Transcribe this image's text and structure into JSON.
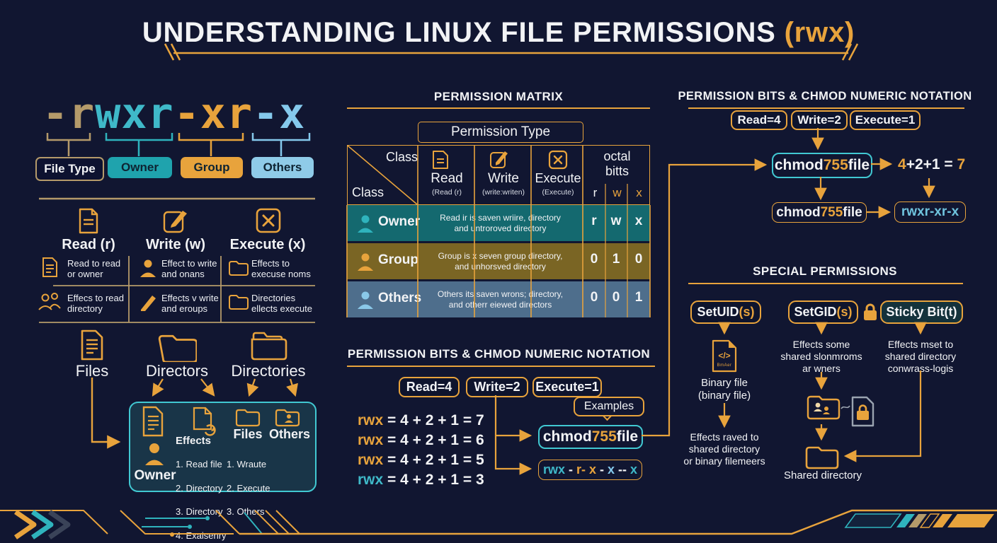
{
  "palette": {
    "background": "#111631",
    "gold": "#e8a33c",
    "tan": "#b49a6a",
    "teal": "#3fb9c9",
    "light_blue": "#85c9ec",
    "owner_row": "#14696f",
    "group_row": "#7a6524",
    "others_row": "#4e6e8c",
    "box_teal_border": "#41c8d2",
    "white": "#f2f3f5"
  },
  "header": {
    "title": "UNDERSTANDING LINUX FILE PERMISSIONS ",
    "accent": "(rwx)"
  },
  "notation": {
    "segments": [
      {
        "text": "-r"
      },
      {
        "text": "wxr"
      },
      {
        "text": "-xr"
      },
      {
        "text": "-x"
      }
    ],
    "labels": [
      "File Type",
      "Owner",
      "Group",
      "Others"
    ]
  },
  "perm_cards": {
    "read": "Read (r)",
    "write": "Write (w)",
    "execute": "Execute (x)"
  },
  "perm_grid": {
    "r1c1": "Read to read\nor owner",
    "r1c2": "Effect to write\nand onans",
    "r1c3": "Effects to\nexecuse noms",
    "r2c1": "Effecs to read\ndirectory",
    "r2c2": "Effects v write\nand eroups",
    "r2c3": "Directories\nellects execute"
  },
  "fs": {
    "files": "Files",
    "directors": "Directors",
    "directories": "Directories"
  },
  "owner_box": {
    "owner": "Owner",
    "effects_title": "Effects",
    "effects": [
      "1. Read file",
      "2. Directory",
      "3. Directory",
      "4. Exaisenry"
    ],
    "files_title": "Files",
    "files": [
      "1. Wraute",
      "2. Execute",
      "3. Others"
    ],
    "others": "Others"
  },
  "matrix": {
    "title": "PERMISSION MATRIX",
    "permission_type": "Permission Type",
    "class_top": "Class",
    "class_bottom": "Class",
    "col_read": "Read",
    "col_read_sub": "(Read (r)",
    "col_write": "Write",
    "col_write_sub": "(write:writen)",
    "col_execute": "Execute",
    "col_execute_sub": "(Execute)",
    "octal_header": "octal\nbitts",
    "octal_cols": [
      "r",
      "w",
      "x"
    ],
    "rows": [
      {
        "name": "Owner",
        "desc": "Read ir is saven wriire, directory\nand untroroved directory",
        "b1": "r",
        "b2": "w",
        "b3": "x"
      },
      {
        "name": "Group",
        "desc": "Group is x seven group directory,\nand unhorsved directory",
        "b1": "0",
        "b2": "1",
        "b3": "0"
      },
      {
        "name": "Others",
        "desc": "Others its saven wrons; directory,\nand otherr eiewed directors",
        "b1": "0",
        "b2": "0",
        "b3": "1"
      }
    ]
  },
  "chmod_mid": {
    "title": "PERMISSION BITS & CHMOD NUMERIC NOTATION",
    "pills": [
      "Read=4",
      "Write=2",
      "Execute=1"
    ],
    "equations": [
      {
        "lhs": "rwx",
        "rhs": "= 4 + 2 + 1 = 7"
      },
      {
        "lhs": "rwx",
        "rhs": "= 4 + 2 + 1 = 6"
      },
      {
        "lhs": "rwx",
        "rhs": "= 4 + 2 + 1 = 5"
      },
      {
        "lhs": "rwx",
        "rhs": "= 4 + 2 + 1 = 3"
      }
    ],
    "examples": "Examples",
    "chmod": {
      "pre": "chmod ",
      "num": "755",
      "post": " file"
    },
    "rwx_parts": [
      {
        "t": "rwx"
      },
      {
        "t": " - "
      },
      {
        "t": "r-"
      },
      {
        "t": " x"
      },
      {
        "t": " - "
      },
      {
        "t": "x"
      },
      {
        "t": " -- "
      },
      {
        "t": "x"
      }
    ]
  },
  "chmod_right": {
    "title": "PERMISSION BITS & CHMOD NUMERIC NOTATION",
    "pills": [
      "Read=4",
      "Write=2",
      "Execute=1"
    ],
    "chmod1": {
      "pre": "chmod ",
      "num": "755",
      "post": " file"
    },
    "sum": {
      "p1": "4",
      "p2": "+2+1 = ",
      "p3": "7"
    },
    "chmod2": {
      "pre": "chmod ",
      "num": "755",
      "post": " file"
    },
    "result": "rwxr-xr-x"
  },
  "special": {
    "title": "SPECIAL PERMISSIONS",
    "setuid": {
      "name": "SetUID ",
      "suffix": "(s)"
    },
    "setgid": {
      "name": "SetGID ",
      "suffix": "(s)"
    },
    "sticky": {
      "name": "Sticky Bit ",
      "suffix": "(t)"
    },
    "binary_icon_code": "</>",
    "binary_icon_sub": "BmAer",
    "binary_caption": "Binary file\n(binary file)",
    "setuid_effect": "Effects raved to\nshared directory\nor binary filemeers",
    "setgid_effect": "Effects some\nshared slonmroms\nar wners",
    "sticky_effect": "Effects mset to\nshared directory\nconwrass-logis",
    "shared_label": "Shared directory"
  }
}
